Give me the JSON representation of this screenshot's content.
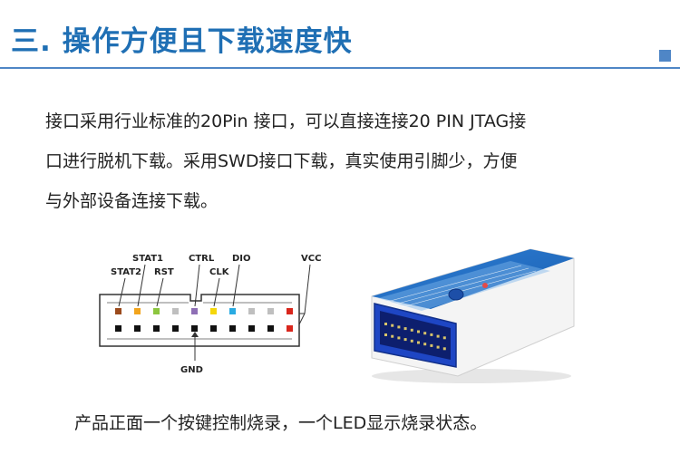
{
  "slide": {
    "title": "三. 操作方便且下载速度快"
  },
  "body": {
    "lines": [
      "接口采用行业标准的20Pin 接口，可以直接连接20 PIN JTAG接",
      "口进行脱机下载。采用SWD接口下载，真实使用引脚少，方便",
      "与外部设备连接下载。"
    ]
  },
  "pinout": {
    "labels": {
      "stat1": "STAT1",
      "stat2": "STAT2",
      "rst": "RST",
      "ctrl": "CTRL",
      "clk": "CLK",
      "dio": "DIO",
      "vcc": "VCC",
      "gnd": "GND"
    },
    "top_row_colors": [
      "#9b4a1c",
      "#f2a41c",
      "#8cc63f",
      "#bfbfbf",
      "#8e6fb5",
      "#f5d70a",
      "#29abe2",
      "#bfbfbf",
      "#bfbfbf",
      "#d9261c"
    ],
    "bottom_row_colors": [
      "#111111",
      "#111111",
      "#111111",
      "#111111",
      "#111111",
      "#111111",
      "#111111",
      "#111111",
      "#111111",
      "#d9261c"
    ]
  },
  "caption": "产品正面一个按键控制烧录，一个LED显示烧录状态。"
}
